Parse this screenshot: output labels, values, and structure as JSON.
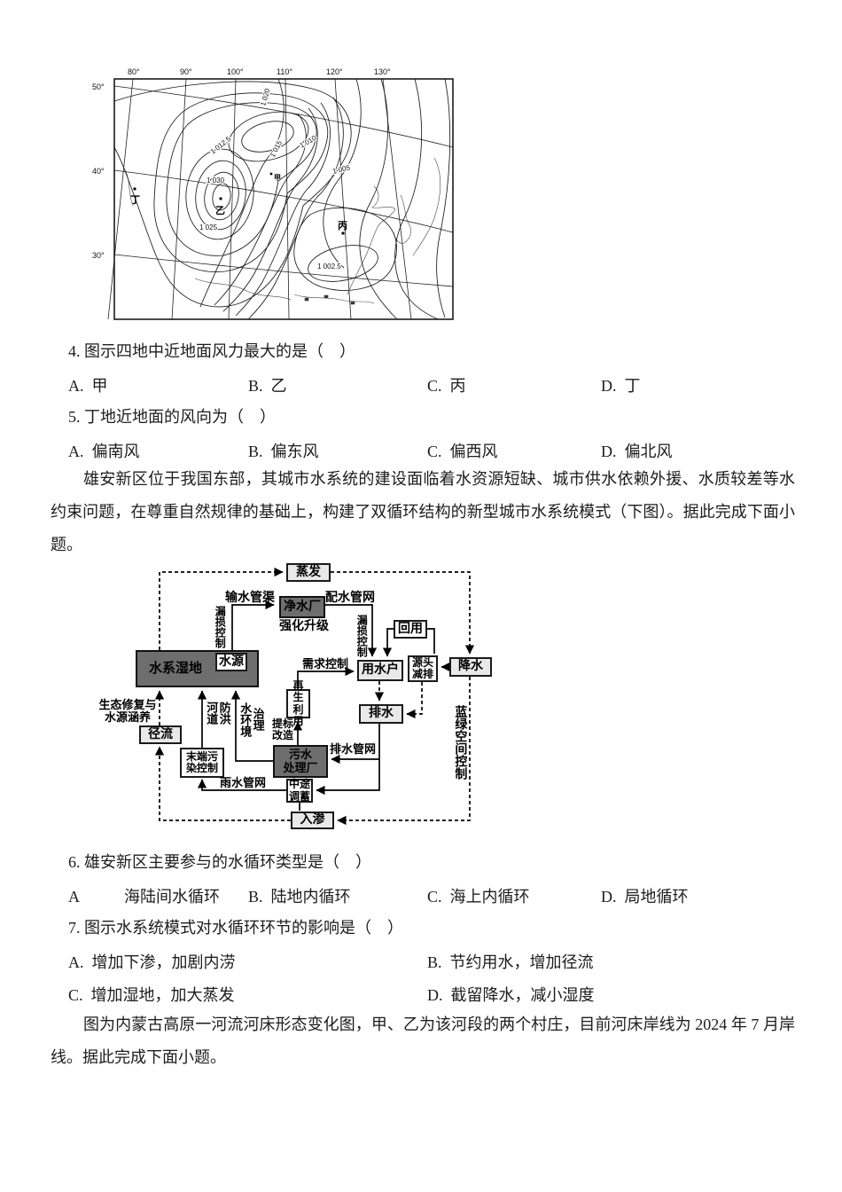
{
  "map": {
    "lon": [
      "80°",
      "90°",
      "100°",
      "110°",
      "120°",
      "130°"
    ],
    "lat": [
      "50°",
      "40°",
      "30°"
    ],
    "isobars": [
      "1 012.5",
      "1 020",
      "1 015",
      "1 010",
      "1 005",
      "1 030",
      "1 025",
      "1 002.5"
    ],
    "points": {
      "jia": "甲",
      "yi": "乙",
      "bing": "丙",
      "ding": "丁"
    }
  },
  "questions": {
    "q4": {
      "num": "4.",
      "text": "图示四地中近地面风力最大的是（　）",
      "options": [
        {
          "label": "A.",
          "text": "甲"
        },
        {
          "label": "B.",
          "text": "乙"
        },
        {
          "label": "C.",
          "text": "丙"
        },
        {
          "label": "D.",
          "text": "丁"
        }
      ]
    },
    "q5": {
      "num": "5.",
      "text": "丁地近地面的风向为（　）",
      "options": [
        {
          "label": "A.",
          "text": "偏南风"
        },
        {
          "label": "B.",
          "text": "偏东风"
        },
        {
          "label": "C.",
          "text": "偏西风"
        },
        {
          "label": "D.",
          "text": "偏北风"
        }
      ]
    },
    "q6": {
      "num": "6.",
      "text": "雄安新区主要参与的水循环类型是（　）",
      "options": [
        {
          "label": "A",
          "text": "海陆间水循环"
        },
        {
          "label": "B.",
          "text": "陆地内循环"
        },
        {
          "label": "C.",
          "text": "海上内循环"
        },
        {
          "label": "D.",
          "text": "局地循环"
        }
      ]
    },
    "q7": {
      "num": "7.",
      "text": "图示水系统模式对水循环环节的影响是（　）",
      "options": [
        {
          "label": "A.",
          "text": "增加下渗，加剧内涝"
        },
        {
          "label": "B.",
          "text": "节约用水，增加径流"
        },
        {
          "label": "C.",
          "text": "增加湿地，加大蒸发"
        },
        {
          "label": "D.",
          "text": "截留降水，减小湿度"
        }
      ]
    }
  },
  "passages": {
    "p1": "雄安新区位于我国东部，其城市水系统的建设面临着水资源短缺、城市供水依赖外援、水质较差等水约束问题，在尊重自然规律的基础上，构建了双循环结构的新型城市水系统模式（下图）。据此完成下面小题。",
    "p2": "图为内蒙古高原一河流河床形态变化图，甲、乙为该河段的两个村庄，目前河床岸线为 2024 年 7 月岸线。据此完成下面小题。"
  },
  "diagram": {
    "boxes": {
      "zhengfa": "蒸发",
      "jingshuichang": "净水厂",
      "huiyong": "回用",
      "shidi": "水系湿地",
      "shuiyuan": "水源",
      "yongshuihu": "用水户",
      "yuantou": "源头\n减排",
      "jiangshui": "降水",
      "paishui": "排水",
      "zaisheng": "再生\n利用",
      "wushui": "污水\n处理厂",
      "moduan": "末端污\n染控制",
      "zhongtu": "中途\n调蓄",
      "rushen": "入渗",
      "jingliu": "径流"
    },
    "labels": {
      "shushui": "输水管渠",
      "lousun_l": "漏损控制",
      "qianghua": "强化升级",
      "peishui": "配水管网",
      "lousun_r": "漏损控制",
      "xuqiu": "需求控制",
      "shengtai": "生态修复与\n水源涵养",
      "hedao": "河道防洪",
      "shuihuanjing": "水环境治理",
      "tibiao": "提标\n改造",
      "paishuiguan": "排水管网",
      "yushuiguan": "雨水管网",
      "lanlv": "蓝绿空间控制"
    }
  },
  "colors": {
    "ink": "#1c1c1c",
    "dark_box": "#6e6e6e",
    "gray_box": "#e9e9e9"
  }
}
